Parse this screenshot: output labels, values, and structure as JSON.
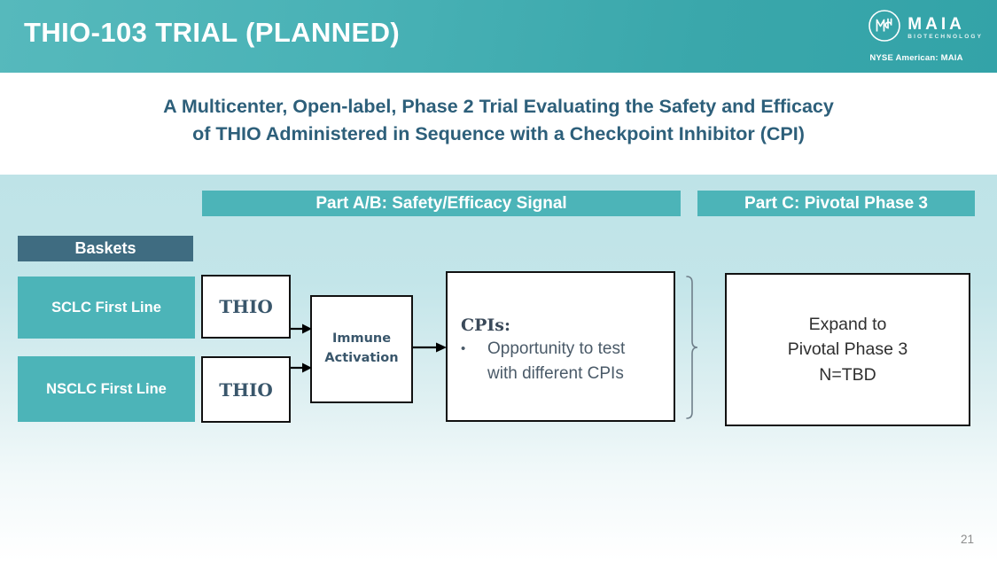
{
  "header": {
    "title": "THIO-103 TRIAL (PLANNED)",
    "logo": {
      "mark": "maia-monogram-icon",
      "name": "MAIA",
      "tagline": "BIOTECHNOLOGY",
      "ticker": "NYSE American: MAIA"
    },
    "band_color": "#49b2b6"
  },
  "subtitle": {
    "line1": "A Multicenter, Open-label, Phase 2 Trial Evaluating the Safety and Efficacy",
    "line2": "of THIO Administered in Sequence with a Checkpoint Inhibitor (CPI)",
    "color": "#2d5f7a"
  },
  "sections": {
    "part_ab": "Part A/B: Safety/Efficacy Signal",
    "part_c": "Part C: Pivotal Phase 3",
    "bar_color": "#4cb4b8"
  },
  "baskets": {
    "label": "Baskets",
    "label_color": "#3f6c81",
    "items": [
      {
        "label": "SCLC First Line"
      },
      {
        "label": "NSCLC First Line"
      }
    ]
  },
  "flow": {
    "thio_1": "THIO",
    "thio_2": "THIO",
    "immune_activation_line1": "Immune",
    "immune_activation_line2": "Activation",
    "cpi_title": "CPIs:",
    "cpi_bullet_marker": "•",
    "cpi_bullet_line1": "Opportunity to test",
    "cpi_bullet_line2": "with different CPIs",
    "expand_line1": "Expand to",
    "expand_line2": "Pivotal Phase 3",
    "expand_line3": "N=TBD"
  },
  "footer": {
    "page_number": "21"
  }
}
